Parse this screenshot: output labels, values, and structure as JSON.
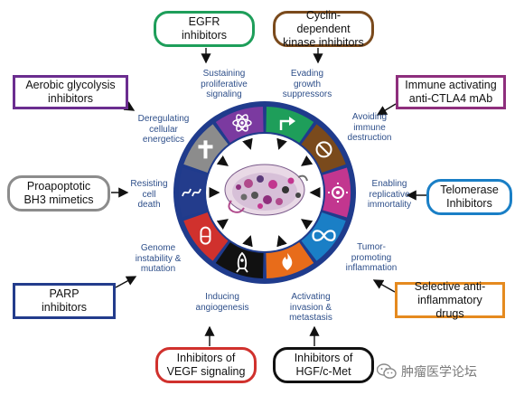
{
  "diagram": {
    "hallmarks": {
      "sustaining_proliferative_signaling": "Sustaining\nproliferative\nsignaling",
      "evading_growth_suppressors": "Evading\ngrowth\nsuppressors",
      "avoiding_immune_destruction": "Avoiding\nimmune\ndestruction",
      "enabling_replicative_immortality": "Enabling\nreplicative\nimmortality",
      "tumor_promoting_inflammation": "Tumor-\npromoting\ninflammation",
      "activating_invasion_metastasis": "Activating\ninvasion &\nmetastasis",
      "inducing_angiogenesis": "Inducing\nangiogenesis",
      "genome_instability_mutation": "Genome\ninstability &\nmutation",
      "resisting_cell_death": "Resisting\ncell\ndeath",
      "deregulating_cellular_energetics": "Deregulating\ncellular\nenergetics"
    },
    "therapies": {
      "egfr_inhibitors": "EGFR\ninhibitors",
      "cdk_inhibitors": "Cyclin-dependent\nkinase inhibitors",
      "immune_activating": "Immune activating\nanti-CTLA4 mAb",
      "telomerase_inhibitors": "Telomerase\nInhibitors",
      "selective_anti_inflammatory": "Selective anti-\ninflammatory drugs",
      "hgf_cmet_inhibitors": "Inhibitors of\nHGF/c-Met",
      "vegf_inhibitors": "Inhibitors of\nVEGF signaling",
      "parp_inhibitors": "PARP\ninhibitors",
      "bh3_mimetics": "Proapoptotic\nBH3 mimetics",
      "aerobic_glycolysis_inhibitors": "Aerobic glycolysis\ninhibitors"
    },
    "colors": {
      "egfr": "#1e9e5a",
      "cdk": "#7a4a1c",
      "immune": "#8e2f7d",
      "telomerase": "#1a7fc6",
      "anti_inflammatory": "#e58a1f",
      "hgf": "#111111",
      "vegf": "#d0312d",
      "parp": "#233c8c",
      "bh3": "#8c8c8c",
      "glycolysis": "#6b2d8f",
      "ring_outer": "#1f3b8c",
      "label_text": "#2e4f8a"
    },
    "wheel_segments": [
      {
        "name": "proliferative-signaling",
        "color": "#1e9e5a",
        "icon": "arrow-up-right-icon"
      },
      {
        "name": "growth-suppressors",
        "color": "#7a4a1c",
        "icon": "no-entry-icon"
      },
      {
        "name": "immune-destruction",
        "color": "#c2368f",
        "icon": "immune-cell-icon"
      },
      {
        "name": "replicative-immortality",
        "color": "#1a7fc6",
        "icon": "infinity-icon"
      },
      {
        "name": "inflammation",
        "color": "#e86c1a",
        "icon": "flame-icon"
      },
      {
        "name": "invasion-metastasis",
        "color": "#111111",
        "icon": "rocket-icon"
      },
      {
        "name": "angiogenesis",
        "color": "#d0312d",
        "icon": "vessel-icon"
      },
      {
        "name": "genome-instability",
        "color": "#233c8c",
        "icon": "chromosome-icon"
      },
      {
        "name": "resisting-cell-death",
        "color": "#8c8c8c",
        "icon": "cross-icon"
      },
      {
        "name": "cellular-energetics",
        "color": "#7b3aa0",
        "icon": "atom-icon"
      }
    ]
  },
  "watermark": {
    "text": "肿瘤医学论坛",
    "icon": "wechat-icon"
  }
}
